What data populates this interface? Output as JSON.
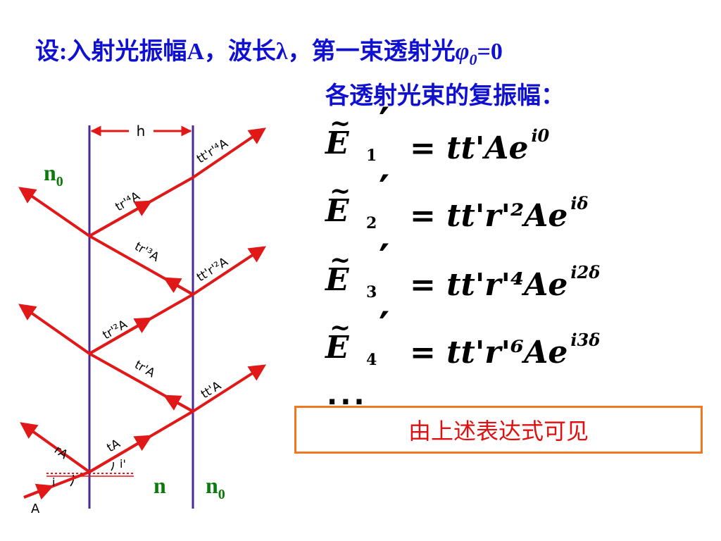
{
  "slide": {
    "title": {
      "prefix": "设:入射光振幅A，波长λ，第一束透射光",
      "phi": "φ",
      "phi_sub": "0",
      "suffix": "=0"
    },
    "subtitle": "各透射光束的复振幅：",
    "equations": [
      {
        "symbol": "E",
        "tilde": "~",
        "prime": "′",
        "index": "1",
        "rhs": "= tt'Ae",
        "exponent": "i0"
      },
      {
        "symbol": "E",
        "tilde": "~",
        "prime": "′",
        "index": "2",
        "rhs": "= tt'r'²Ae",
        "exponent": "iδ"
      },
      {
        "symbol": "E",
        "tilde": "~",
        "prime": "′",
        "index": "3",
        "rhs": "= tt'r'⁴Ae",
        "exponent": "i2δ"
      },
      {
        "symbol": "E",
        "tilde": "~",
        "prime": "′",
        "index": "4",
        "rhs": "= tt'r'⁶Ae",
        "exponent": "i3δ"
      }
    ],
    "ellipsis": "···",
    "conclusion": "由上述表达式可见"
  },
  "diagram": {
    "thickness_label": "h",
    "medium_left_label": {
      "main": "n",
      "sub": "0"
    },
    "plate_label": "n",
    "medium_right_label": {
      "main": "n",
      "sub": "0"
    },
    "incident_label": "A",
    "incidence_angle_label": "i",
    "refraction_angle_label": "i'",
    "beam_labels": {
      "rA": "rA",
      "tA": "tA",
      "ttA": "tt'A",
      "trA": "tr'A",
      "tr2A": "tr'²A",
      "ttr2A": "tt'r'²A",
      "tr3A": "tr'³A",
      "tr4A": "tr'⁴A",
      "ttr4A": "tt'r'⁴A"
    },
    "colors": {
      "ray": "#e01818",
      "plate_boundary": "#4a2a9a",
      "label_green": "#0a7a0a",
      "title_blue": "#1010d0",
      "conclusion_text": "#e01010",
      "conclusion_border": "#f07820"
    }
  }
}
